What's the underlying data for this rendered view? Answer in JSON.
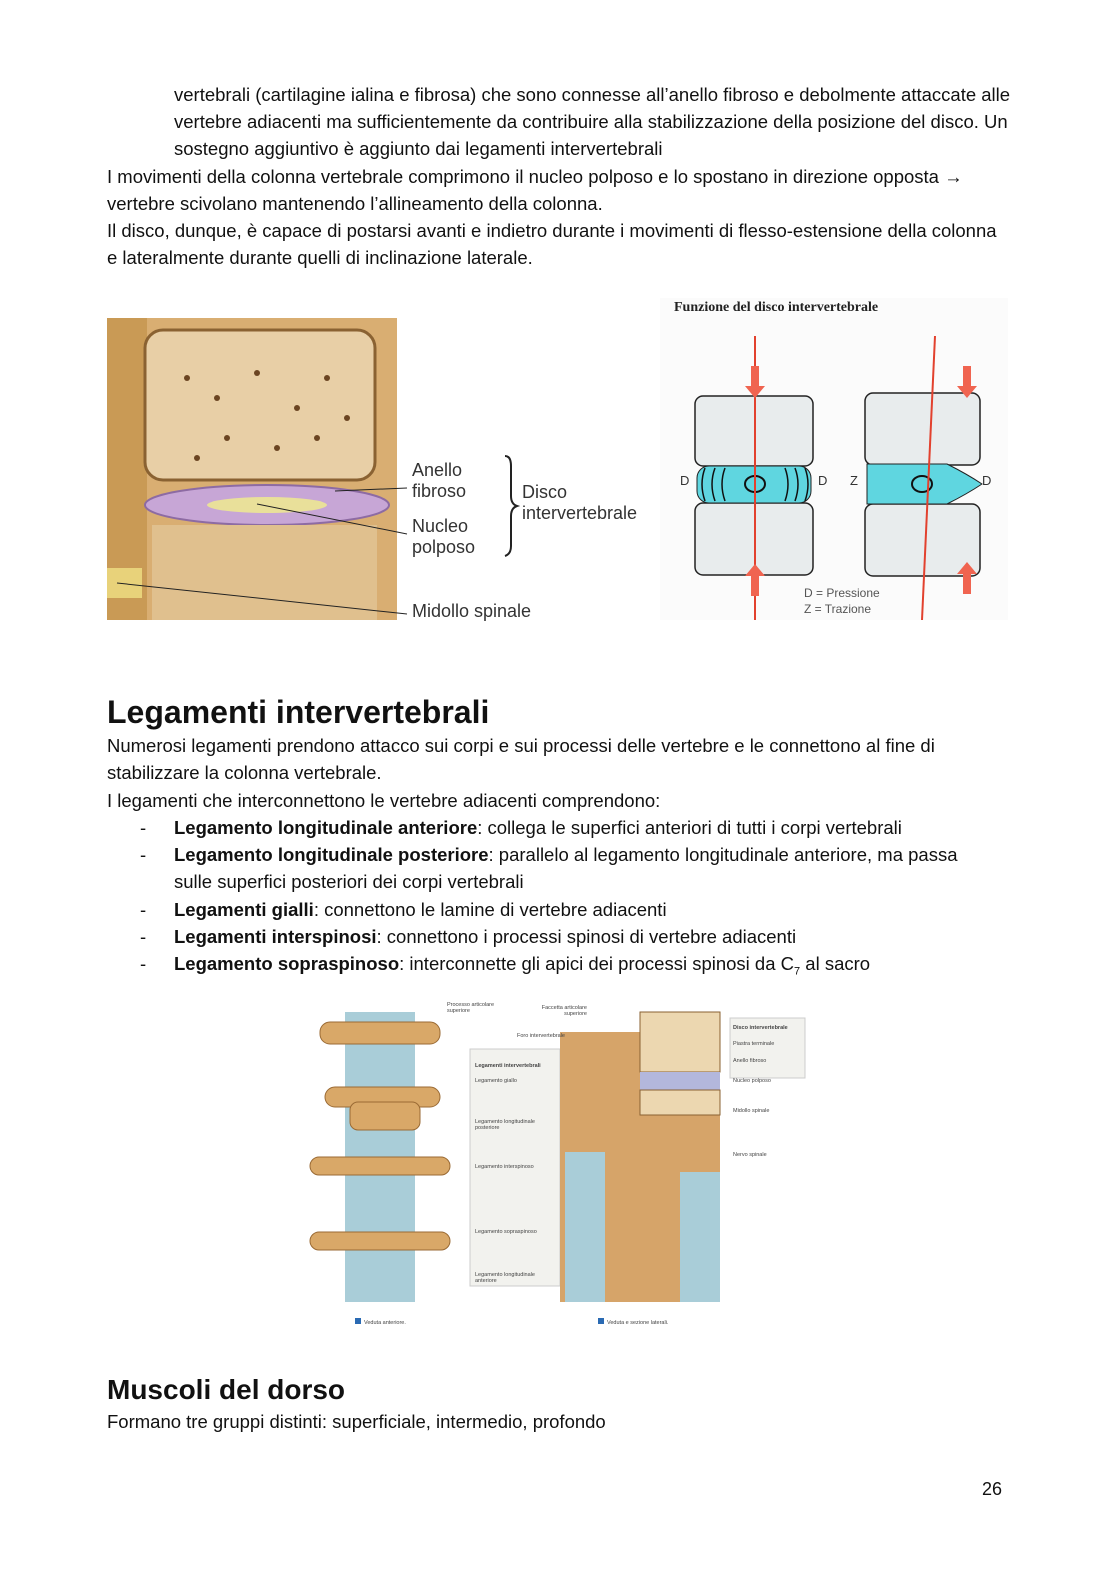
{
  "intro_indented": "vertebrali (cartilagine ialina e fibrosa) che sono connesse all’anello fibroso e debolmente attaccate alle vertebre adiacenti ma sufficientemente da contribuire alla stabilizzazione della posizione del disco. Un sostegno aggiuntivo è aggiunto dai legamenti intervertebrali",
  "para1": "I movimenti della colonna vertebrale comprimono il nucleo polposo e lo spostano in direzione opposta → vertebre scivolano mantenendo l’allineamento della colonna.",
  "para2": "Il disco, dunque, è capace di postarsi avanti e indietro durante i movimenti di flesso-estensione della colonna e lateralmente durante quelli di inclinazione laterale.",
  "figure1": {
    "labels": {
      "anello": "Anello\nfibroso",
      "nucleo": "Nucleo\npolposo",
      "disco": "Disco\nintervertebrale",
      "midollo": "Midollo spinale"
    }
  },
  "figure2": {
    "title": "Funzione del disco intervertebrale",
    "d": "D",
    "z": "Z",
    "legend_d": "D = Pressione",
    "legend_z": "Z = Trazione"
  },
  "section1": {
    "heading": "Legamenti intervertebrali",
    "para1": "Numerosi legamenti prendono attacco sui corpi e sui processi delle vertebre e le connettono al fine di stabilizzare la colonna vertebrale.",
    "para2": "I legamenti che interconnettono le vertebre adiacenti comprendono:",
    "items": [
      {
        "bold": "Legamento longitudinale anteriore",
        "text": ": collega le superfici anteriori di tutti i corpi vertebrali"
      },
      {
        "bold": "Legamento longitudinale posteriore",
        "text": ": parallelo al legamento longitudinale anteriore, ma passa sulle superfici posteriori dei corpi vertebrali"
      },
      {
        "bold": "Legamenti gialli",
        "text": ": connettono le lamine di vertebre adiacenti"
      },
      {
        "bold": "Legamenti interspinosi",
        "text": ": connettono i processi spinosi di vertebre adiacenti"
      },
      {
        "bold": "Legamento sopraspinoso",
        "text": ": interconnette gli apici dei processi spinosi da C",
        "sub": "7",
        "tail": " al sacro"
      }
    ]
  },
  "figure3": {
    "processo": "Processo articolare superiore",
    "faccetta": "Faccetta articolare superiore",
    "foro": "Foro intervertebrale",
    "box_title": "Legamenti intervertebrali",
    "giallo": "Legamento giallo",
    "long_post": "Legamento longitudinale posteriore",
    "interspinoso": "Legamento interspinoso",
    "sopraspinoso": "Legamento sopraspinoso",
    "long_ant": "Legamento longitudinale anteriore",
    "disco_title": "Disco intervertebrale",
    "piastra": "Piastra terminale",
    "anello": "Anello fibroso",
    "nucleo": "Nucleo polposo",
    "midollo": "Midollo spinale",
    "nervo": "Nervo spinale",
    "caption_a": "Veduta anteriore.",
    "caption_b": "Veduta e sezione laterali."
  },
  "section2": {
    "heading": "Muscoli del dorso",
    "para": "Formano tre gruppi distinti: superficiale, intermedio, profondo"
  },
  "page_number": "26"
}
